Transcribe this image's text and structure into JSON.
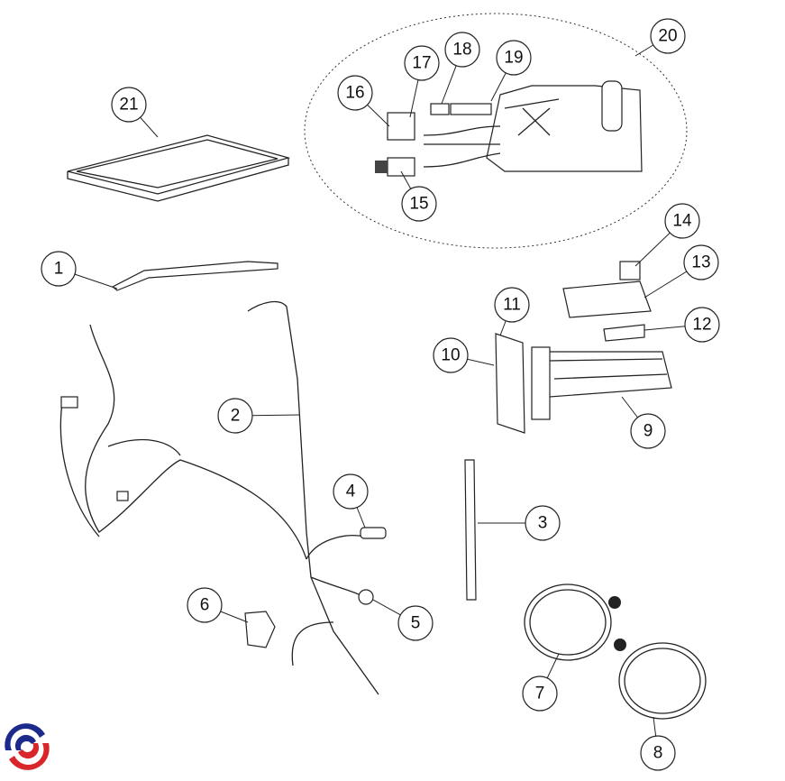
{
  "diagram": {
    "callouts": [
      "1",
      "2",
      "3",
      "4",
      "5",
      "6",
      "7",
      "8",
      "9",
      "10",
      "11",
      "12",
      "13",
      "14",
      "15",
      "16",
      "17",
      "18",
      "19",
      "20",
      "21"
    ],
    "logo_colors": {
      "blue": "#1c2a8c",
      "red": "#d8262b"
    }
  }
}
